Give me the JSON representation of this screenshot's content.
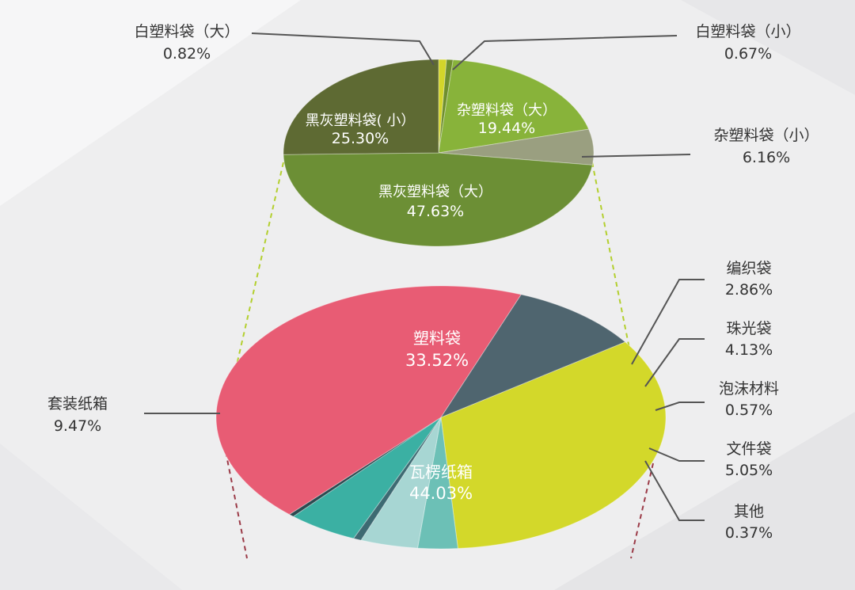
{
  "chart_data": [
    {
      "type": "pie",
      "title": "",
      "slices": [
        {
          "name": "白塑料袋（大）",
          "value": 0.82,
          "label": "0.82%",
          "color": "#d3d52a"
        },
        {
          "name": "白塑料袋（小）",
          "value": 0.67,
          "label": "0.67%",
          "color": "#6f8f2e"
        },
        {
          "name": "杂塑料袋（大）",
          "value": 19.44,
          "label": "19.44%",
          "color": "#88b33a"
        },
        {
          "name": "杂塑料袋（小）",
          "value": 6.16,
          "label": "6.16%",
          "color": "#9a9f80"
        },
        {
          "name": "黑灰塑料袋（大）",
          "value": 47.63,
          "label": "47.63%",
          "color": "#6c8f35"
        },
        {
          "name": "黑灰塑料袋( 小）",
          "value": 25.3,
          "label": "25.30%",
          "color": "#5e6a33"
        }
      ]
    },
    {
      "type": "pie",
      "title": "",
      "slices": [
        {
          "name": "塑料袋",
          "value": 33.52,
          "label": "33.52%",
          "color": "#d3d82a"
        },
        {
          "name": "编织袋",
          "value": 2.86,
          "label": "2.86%",
          "color": "#6cc0b6"
        },
        {
          "name": "珠光袋",
          "value": 4.13,
          "label": "4.13%",
          "color": "#a7d6d3"
        },
        {
          "name": "泡沫材料",
          "value": 0.57,
          "label": "0.57%",
          "color": "#3d6a72"
        },
        {
          "name": "文件袋",
          "value": 5.05,
          "label": "5.05%",
          "color": "#3bb0a3"
        },
        {
          "name": "其他",
          "value": 0.37,
          "label": "0.37%",
          "color": "#2b4a50"
        },
        {
          "name": "瓦楞纸箱",
          "value": 44.03,
          "label": "44.03%",
          "color": "#e85c74"
        },
        {
          "name": "套装纸箱",
          "value": 9.47,
          "label": "9.47%",
          "color": "#4f656f"
        }
      ]
    }
  ]
}
